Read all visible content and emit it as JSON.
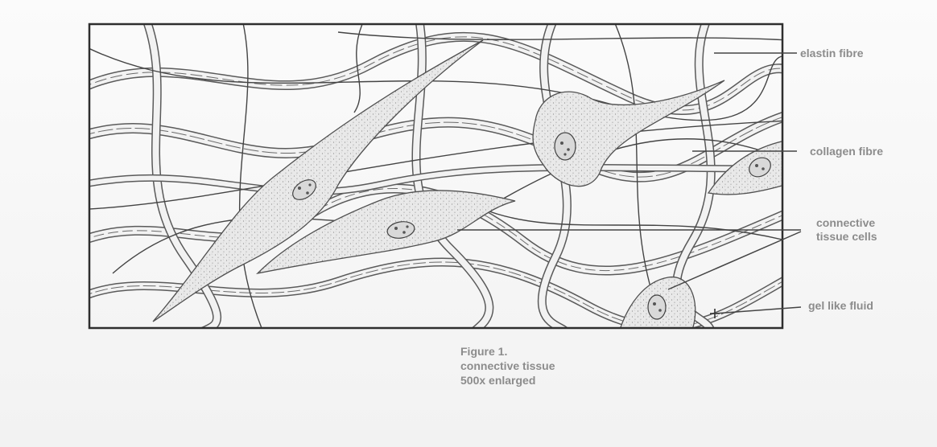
{
  "figure": {
    "labels": {
      "elastin": "elastin fibre",
      "collagen": "collagen fibre",
      "cells_line1": "connective",
      "cells_line2": "tissue cells",
      "gel": "gel like fluid"
    },
    "caption": {
      "line1": "Figure 1.",
      "line2": "connective tissue",
      "line3": "500x enlarged"
    }
  },
  "colors": {
    "ink": "#555555",
    "label_text": "#8c8c8c",
    "cell_fill": "#e4e4e4",
    "background": "#f7f7f7"
  }
}
